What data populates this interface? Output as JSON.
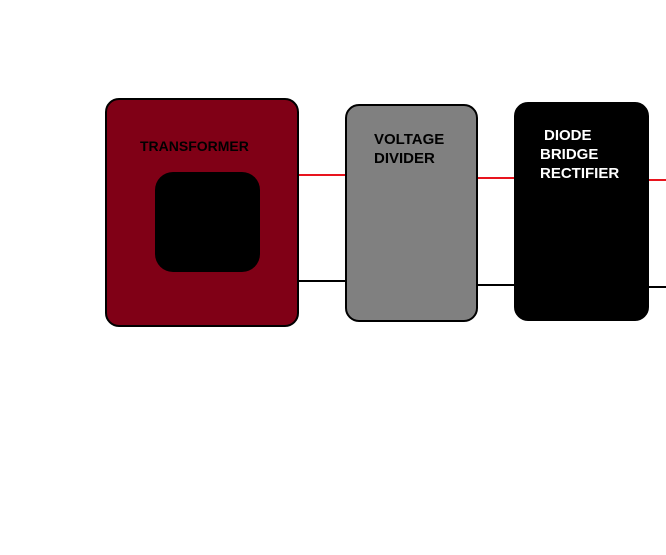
{
  "blocks": {
    "transformer": {
      "label": "TRANSFORMER",
      "fill": "#800016",
      "core_fill": "#000000"
    },
    "voltage_divider": {
      "label_lines": [
        "VOLTAGE",
        "DIVIDER"
      ],
      "fill": "#808080"
    },
    "rectifier": {
      "label_lines": [
        "DIODE",
        "BRIDGE",
        "RECTIFIER"
      ],
      "fill": "#000000",
      "text_color": "#ffffff"
    }
  },
  "wires": {
    "top_color": "#e8141e",
    "bottom_color": "#000000"
  }
}
